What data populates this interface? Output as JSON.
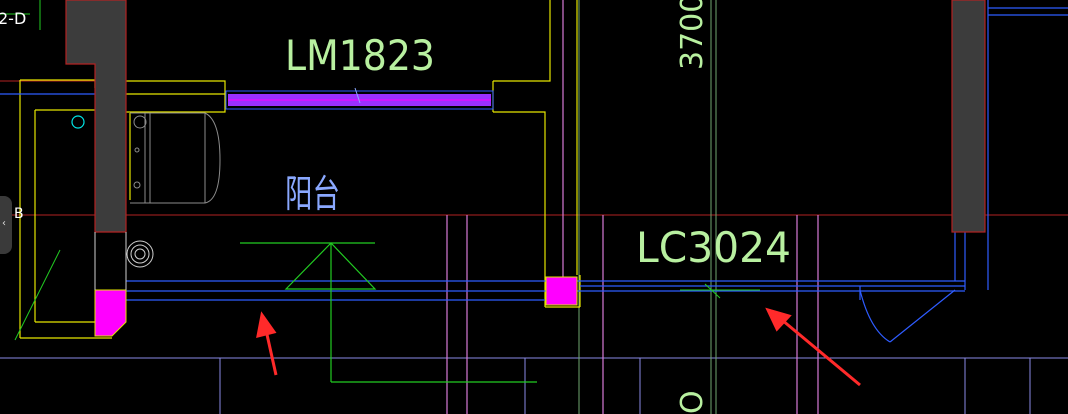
{
  "labels": {
    "door_tag": "LM1823",
    "window_tag": "LC3024",
    "room_name": "阳台",
    "dimension_text": "3700",
    "grid_marker": "2-D",
    "side_handle_letter": "B",
    "side_handle_arrow": "‹"
  },
  "colors": {
    "background": "#000000",
    "wall_fill": "#3c3c3c",
    "wall_outline": "#b22222",
    "yellow_line": "#e6e600",
    "blue_line": "#2e5cff",
    "green_line": "#22cc22",
    "magenta_fill": "#ff00ff",
    "purple_window": "#9b30ff",
    "pink_line": "#d77ad7",
    "lavender_line": "#8a8ae6",
    "cyan_circle": "#00e6e6",
    "tag_green": "#b8f0a0",
    "room_text": "#8aa8ff",
    "red_arrow": "#ff2a2a"
  }
}
